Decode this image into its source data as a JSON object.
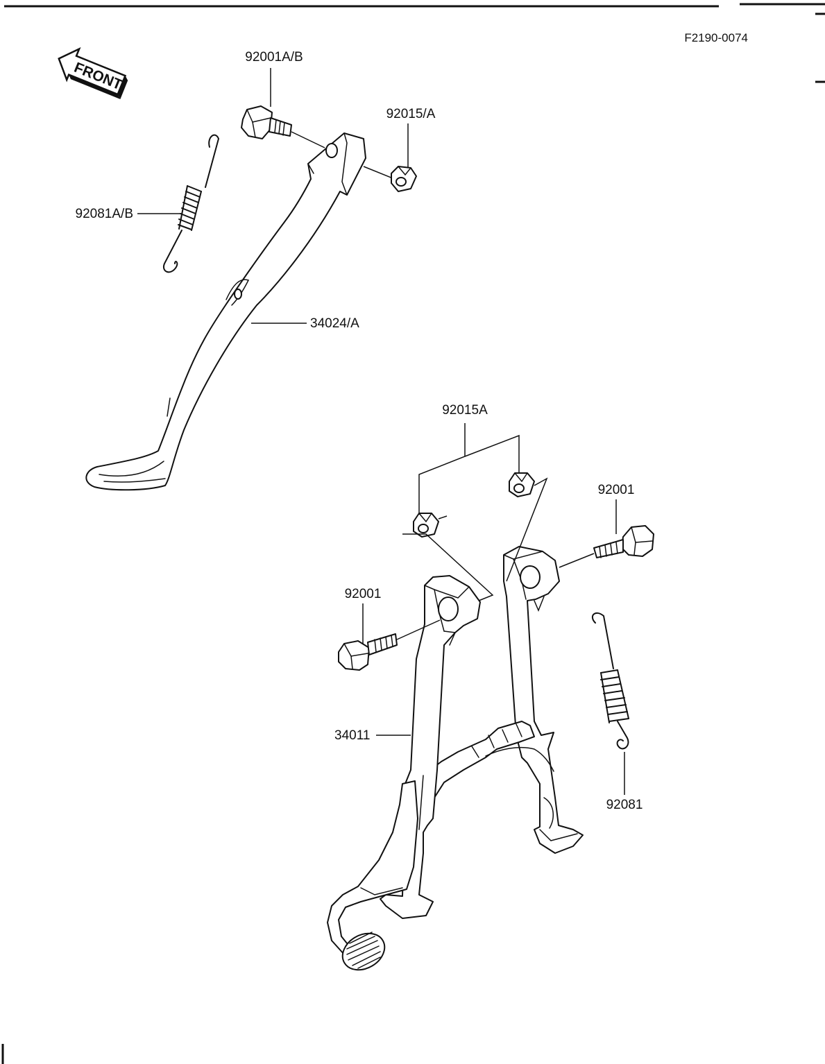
{
  "figure_code": "F2190-0074",
  "front_label": "FRONT",
  "labels": {
    "side_bolt": "92001A/B",
    "side_nut": "92015/A",
    "side_spring": "92081A/B",
    "side_stand": "34024/A",
    "center_nuts": "92015A",
    "center_bolt_right": "92001",
    "center_bolt_left": "92001",
    "center_stand": "34011",
    "center_spring": "92081"
  }
}
